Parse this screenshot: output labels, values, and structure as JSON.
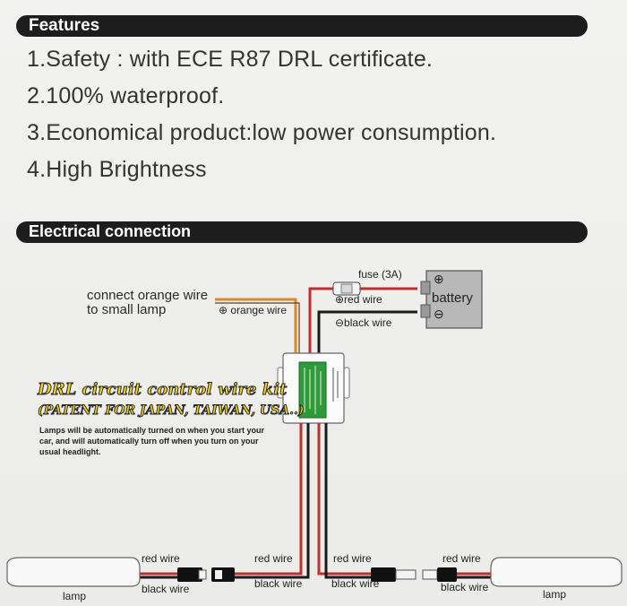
{
  "features": {
    "heading": "Features",
    "items": [
      "1.Safety : with ECE R87 DRL certificate.",
      "2.100% waterproof.",
      "3.Economical product:low power consumption.",
      "4.High Brightness"
    ]
  },
  "electrical": {
    "heading": "Electrical connection",
    "connect_label_line1": "connect orange wire",
    "connect_label_line2": "to small lamp",
    "orange_wire_label": "⊕ orange wire",
    "fuse_label": "fuse (3A)",
    "red_wire_top": "⊕red wire",
    "black_wire_top": "⊖black wire",
    "battery_plus": "⊕",
    "battery_label": "battery",
    "battery_minus": "⊖",
    "kit_title": "DRL circuit control wire kit",
    "kit_patent": "(PATENT FOR JAPAN, TAIWAN, USA..)",
    "kit_description": "Lamps will be automatically turned on when you start your car, and will automatically turn off when you turn on your usual headlight.",
    "left_red": "red wire",
    "left_black": "black wire",
    "center_left_red": "red wire",
    "center_left_black": "black wire",
    "center_right_red": "red wire",
    "center_right_black": "black wire",
    "right_red": "red wire",
    "right_black": "black wire",
    "lamp_left": "lamp",
    "lamp_right": "lamp"
  },
  "colors": {
    "red_wire": "#c0302a",
    "black_wire": "#1a1a1a",
    "orange_wire": "#d98a2b",
    "module_green": "#2f9a3a",
    "kit_yellow": "#f5d21a"
  }
}
